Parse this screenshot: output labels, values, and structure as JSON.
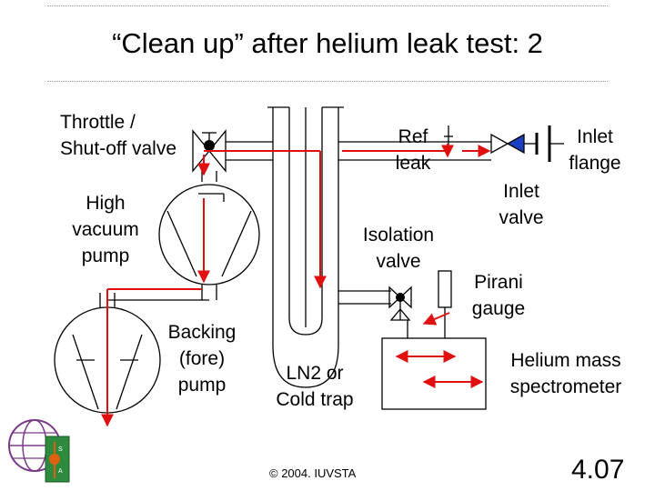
{
  "slide": {
    "title": "“Clean up” after helium leak test: 2",
    "copyright": "© 2004. IUVSTA",
    "slide_number": "4.07"
  },
  "labels": {
    "throttle_line1": "Throttle /",
    "throttle_line2": "Shut-off valve",
    "ref_leak_line1": "Ref",
    "ref_leak_line2": "leak",
    "inlet_flange_line1": "Inlet",
    "inlet_flange_line2": "flange",
    "inlet_valve_line1": "Inlet",
    "inlet_valve_line2": "valve",
    "high_vac_line1": "High",
    "high_vac_line2": "vacuum",
    "high_vac_line3": "pump",
    "isolation_line1": "Isolation",
    "isolation_line2": "valve",
    "pirani_line1": "Pirani",
    "pirani_line2": "gauge",
    "backing_line1": "Backing",
    "backing_line2": "(fore)",
    "backing_line3": "pump",
    "ln2_line1": "LN2 or",
    "ln2_line2": "Cold trap",
    "helium_line1": "Helium mass",
    "helium_line2": "spectrometer"
  },
  "colors": {
    "flow": "#e01010",
    "inlet_valve_fill": "#1a3fc0",
    "line": "#000000",
    "dots": "#9a9a9a"
  },
  "icons": {
    "logo": "iuvsta-globe-logo"
  }
}
